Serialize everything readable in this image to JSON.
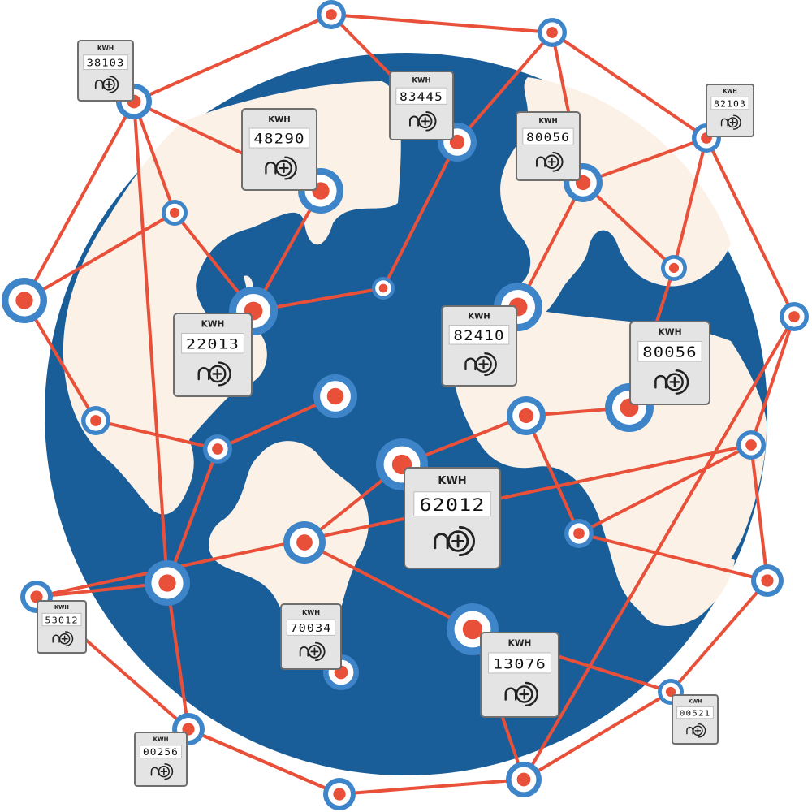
{
  "colors": {
    "globe": "#1a5e99",
    "land": "#fbf1e6",
    "link": "#e8503a",
    "node_outer": "#3e84c8",
    "node_inner": "#ffffff",
    "node_core": "#e8503a",
    "meter_body": "#e4e4e4",
    "meter_border": "#6e6e6e"
  },
  "icons": {
    "meter_logo": "n-plus-circle-logo-icon"
  },
  "meters": [
    {
      "label": "KWH",
      "reading": "38103"
    },
    {
      "label": "KWH",
      "reading": "48290"
    },
    {
      "label": "KWH",
      "reading": "83445"
    },
    {
      "label": "KWH",
      "reading": "80056"
    },
    {
      "label": "KWH",
      "reading": "82103"
    },
    {
      "label": "KWH",
      "reading": "22013"
    },
    {
      "label": "KWH",
      "reading": "82410"
    },
    {
      "label": "KWH",
      "reading": "80056"
    },
    {
      "label": "KWH",
      "reading": "62012"
    },
    {
      "label": "KWH",
      "reading": "53012"
    },
    {
      "label": "KWH",
      "reading": "70034"
    },
    {
      "label": "KWH",
      "reading": "13076"
    },
    {
      "label": "KWH",
      "reading": "00521"
    },
    {
      "label": "KWH",
      "reading": "00256"
    }
  ]
}
